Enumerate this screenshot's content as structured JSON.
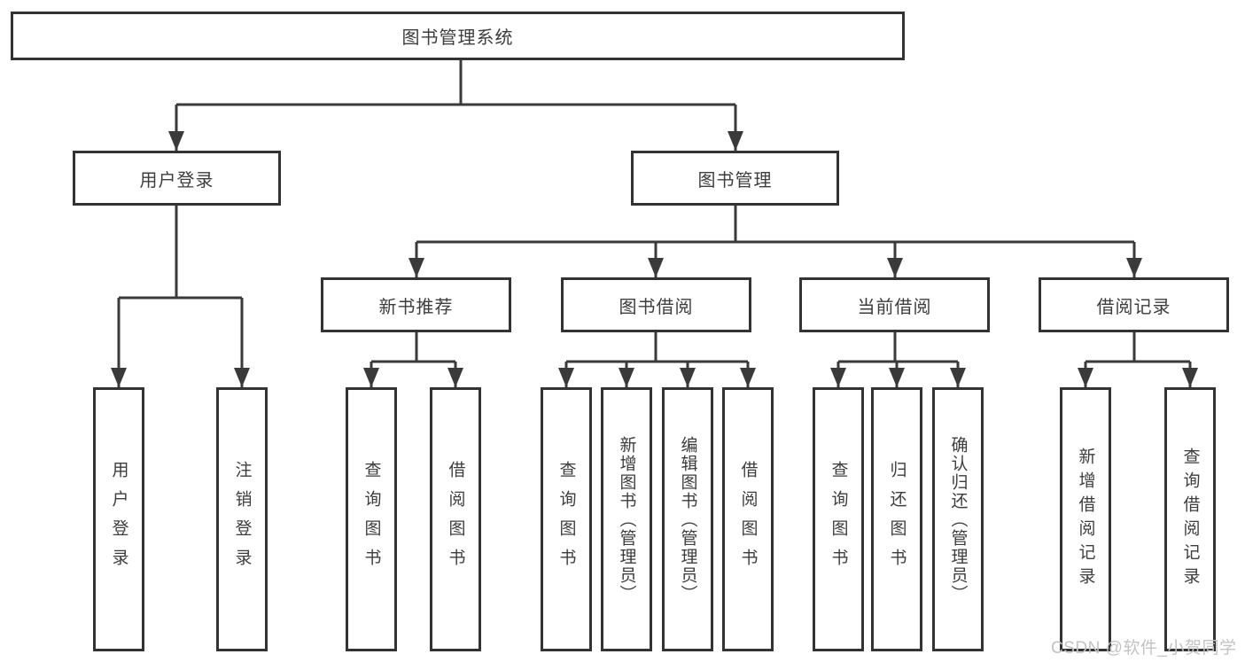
{
  "root": {
    "label": "图书管理系统"
  },
  "branches": [
    {
      "label": "用户登录",
      "leaves": [
        "用户登录",
        "注销登录"
      ]
    },
    {
      "label": "图书管理",
      "groups": [
        {
          "label": "新书推荐",
          "leaves": [
            "查询图书",
            "借阅图书"
          ]
        },
        {
          "label": "图书借阅",
          "leaves": [
            "查询图书",
            "新增图书（管理员）",
            "编辑图书（管理员）",
            "借阅图书"
          ]
        },
        {
          "label": "当前借阅",
          "leaves": [
            "查询图书",
            "归还图书",
            "确认归还（管理员）"
          ]
        },
        {
          "label": "借阅记录",
          "leaves": [
            "新增借阅记录",
            "查询借阅记录"
          ]
        }
      ]
    }
  ],
  "watermark": {
    "text": "CSDN @软件_小贺同学"
  },
  "colors": {
    "line": "#3a3a3a",
    "border": "#333333",
    "text": "#3d3d3d",
    "watermark": "#c3c3c3",
    "background": "#ffffff"
  }
}
